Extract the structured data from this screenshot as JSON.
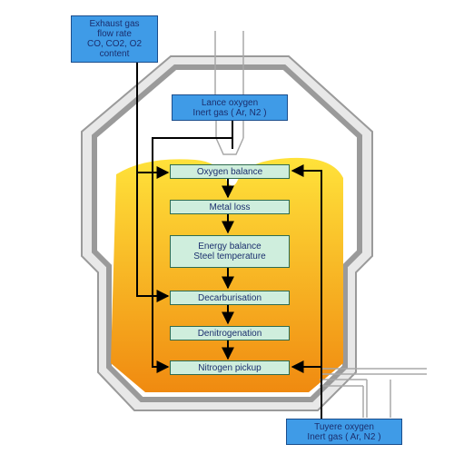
{
  "colors": {
    "vessel_wall": "#9a9a9a",
    "shell_fill": "#e8e8e8",
    "melt_top": "#ffe23a",
    "melt_bottom": "#f08a10",
    "info_box": "#3f9be7",
    "step_box": "#cfeedd",
    "flow_line": "#000000"
  },
  "exhaust_box": {
    "text": "Exhaust gas\nflow rate\nCO, CO2, O2\ncontent"
  },
  "lance_box": {
    "text": "Lance oxygen\nInert gas ( Ar, N2 )"
  },
  "tuyere_box": {
    "text": "Tuyere oxygen\nInert gas ( Ar, N2 )"
  },
  "steps": [
    {
      "id": "oxygen-balance",
      "label": "Oxygen balance"
    },
    {
      "id": "metal-loss",
      "label": "Metal loss"
    },
    {
      "id": "energy-balance",
      "label": "Energy balance\nSteel temperature"
    },
    {
      "id": "decarburisation",
      "label": "Decarburisation"
    },
    {
      "id": "denitrogenation",
      "label": "Denitrogenation"
    },
    {
      "id": "nitrogen-pickup",
      "label": "Nitrogen pickup"
    }
  ]
}
